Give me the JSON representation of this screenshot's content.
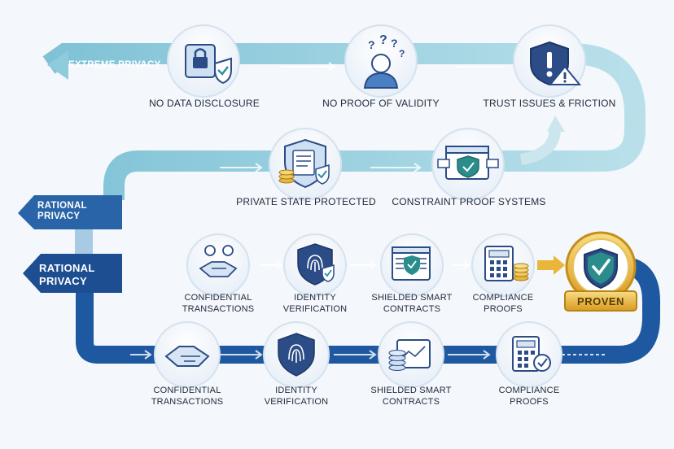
{
  "colors": {
    "light_track": "#a9d6e4",
    "mid_track": "#6fb0cc",
    "dark_track": "#1f5fa8",
    "darker_track": "#17427f",
    "gold": "#e9b53a",
    "shield": "#2b4c86"
  },
  "tags": {
    "extreme_privacy": "EXTREME PRIVACY",
    "rational_privacy_1": "RATIONAL PRIVACY",
    "rational_privacy_2": "RATIONAL PRIVACY"
  },
  "top_row": [
    {
      "label": "NO DATA DISCLOSURE",
      "icon": "lock-shield-icon"
    },
    {
      "label": "NO PROOF OF VALIDITY",
      "icon": "confused-person-icon"
    },
    {
      "label": "TRUST ISSUES & FRICTION",
      "icon": "warning-shield-icon"
    }
  ],
  "middle_row": [
    {
      "label": "PRIVATE STATE PROTECTED",
      "icon": "document-shield-icon"
    },
    {
      "label": "CONSTRAINT PROOF SYSTEMS",
      "icon": "window-shield-icon"
    }
  ],
  "row3": [
    {
      "label": "CONFIDENTIAL TRANSACTIONS",
      "icon": "handshake-icon"
    },
    {
      "label": "IDENTITY VERIFICATION",
      "icon": "fingerprint-shield-icon"
    },
    {
      "label": "SHIELDED SMART CONTRACTS",
      "icon": "contract-shield-icon"
    },
    {
      "label": "COMPLIANCE PROOFS",
      "icon": "calculator-coins-icon"
    }
  ],
  "row4": [
    {
      "label": "CONFIDENTIAL TRANSACTIONS",
      "icon": "handshake-icon"
    },
    {
      "label": "IDENTITY VERIFICATION",
      "icon": "fingerprint-shield-icon"
    },
    {
      "label": "SHIELDED SMART CONTRACTS",
      "icon": "coins-chart-icon"
    },
    {
      "label": "COMPLIANCE PROOFS",
      "icon": "calculator-check-icon"
    }
  ],
  "badge": {
    "label": "PROVEN",
    "icon": "check-shield-icon"
  }
}
